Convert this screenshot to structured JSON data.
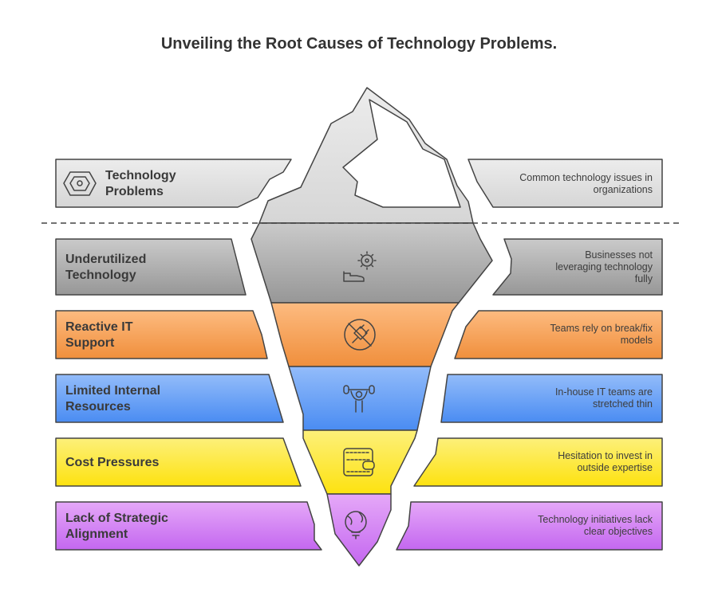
{
  "title": "Unveiling the Root Causes of Technology Problems.",
  "colors": {
    "top": "#e2e2e2",
    "gray": "#a8a8a8",
    "orange": "#f6a35c",
    "blue": "#5e9cf5",
    "yellow": "#fde933",
    "purple": "#cf82f3",
    "outline": "#444444"
  },
  "rows": [
    {
      "label": "Technology Problems",
      "description": "Common technology issues in organizations",
      "icon": "hexagon-nut-icon"
    },
    {
      "label": "Underutilized Technology",
      "description": "Businesses not leveraging technology fully",
      "icon": "gear-shoe-icon"
    },
    {
      "label": "Reactive IT Support",
      "description": "Teams rely on break/fix models",
      "icon": "no-plug-icon"
    },
    {
      "label": "Limited Internal Resources",
      "description": "In-house IT teams are stretched thin",
      "icon": "weightlifter-icon"
    },
    {
      "label": "Cost Pressures",
      "description": "Hesitation to invest in outside expertise",
      "icon": "wallet-icon"
    },
    {
      "label": "Lack of Strategic Alignment",
      "description": "Technology initiatives lack clear objectives",
      "icon": "globe-bulb-icon"
    }
  ]
}
